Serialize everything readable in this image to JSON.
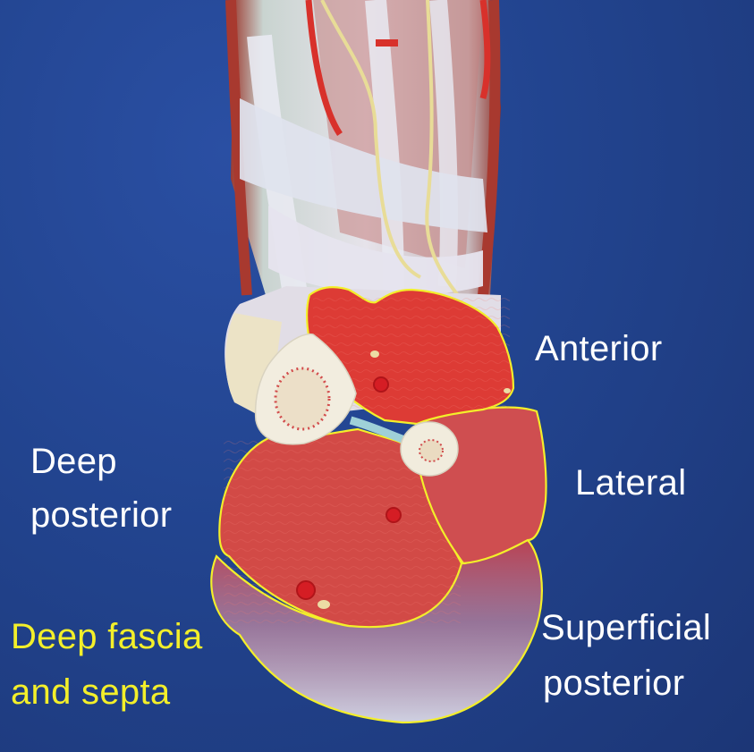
{
  "figure": {
    "subject": "Leg model cross-section showing fascial compartments",
    "background_color": "#22448f",
    "outline_color": "#f3ef2a",
    "muscle_color": "#d63a36",
    "fascia_color": "#d9d9e6",
    "bone_color": "#f2ede0"
  },
  "labels": {
    "anterior": "Anterior",
    "lateral": "Lateral",
    "deep_posterior_line1": "Deep",
    "deep_posterior_line2": "posterior",
    "superficial_posterior_line1": "Superficial",
    "superficial_posterior_line2": "posterior",
    "deep_fascia_line1": "Deep fascia",
    "deep_fascia_line2": "and septa"
  },
  "compartments": [
    {
      "id": "anterior",
      "label": "Anterior"
    },
    {
      "id": "lateral",
      "label": "Lateral"
    },
    {
      "id": "deep-posterior",
      "label": "Deep posterior"
    },
    {
      "id": "superficial-posterior",
      "label": "Superficial posterior"
    }
  ]
}
